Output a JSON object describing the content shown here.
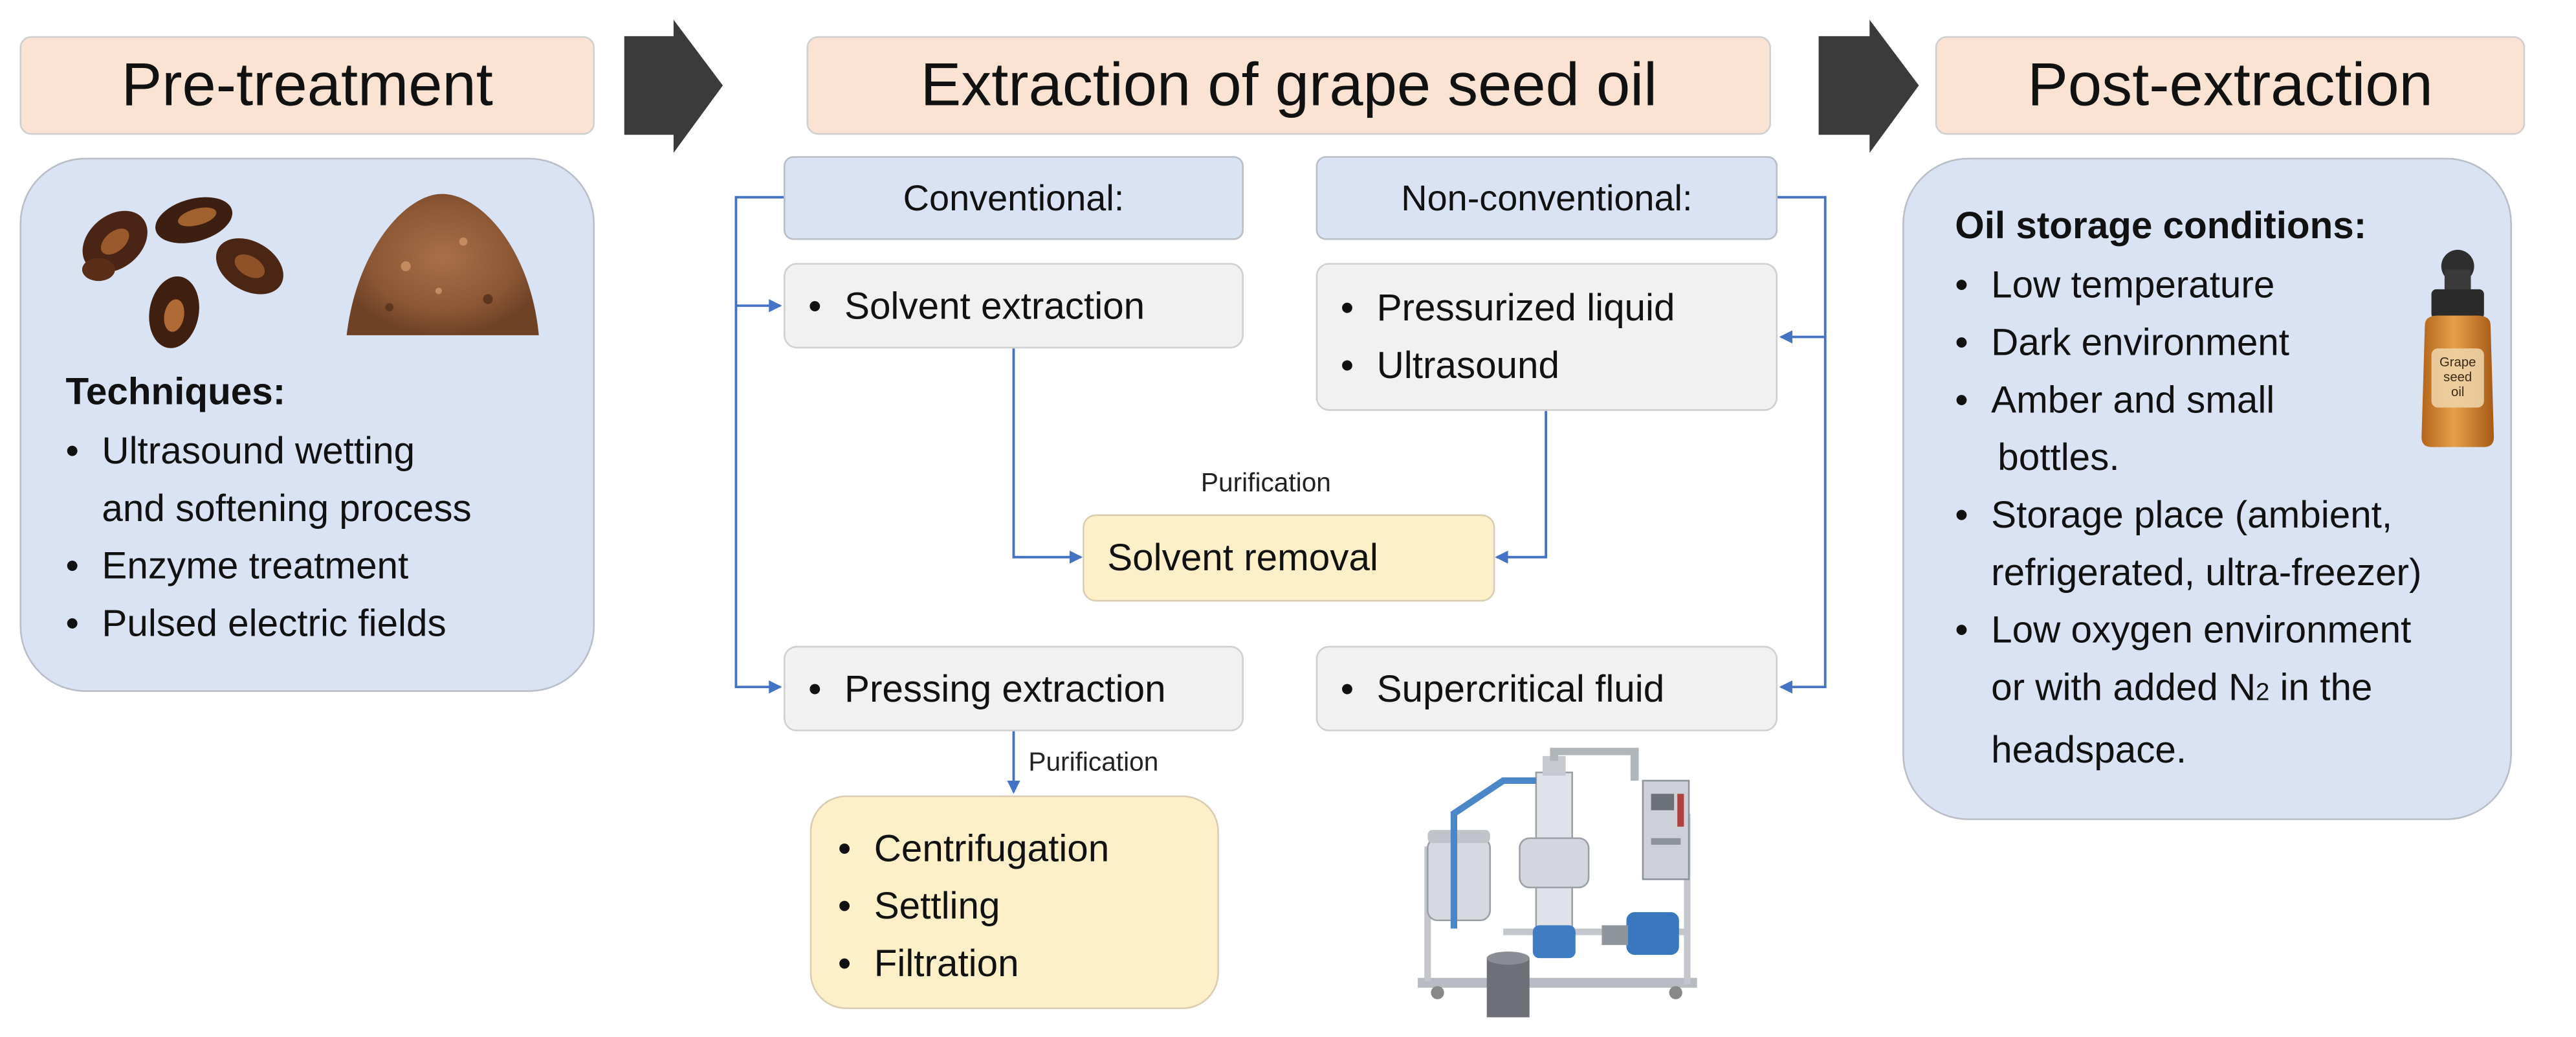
{
  "headers": {
    "pretreatment": "Pre-treatment",
    "extraction": "Extraction of grape seed oil",
    "post": "Post-extraction"
  },
  "pretreatment": {
    "techniques_title": "Techniques:",
    "items": [
      "Ultrasound wetting",
      "and softening process",
      "Enzyme treatment",
      "Pulsed electric fields"
    ]
  },
  "extraction": {
    "conventional_label": "Conventional:",
    "nonconventional_label": "Non-conventional:",
    "solvent_extraction": "Solvent extraction",
    "pressurized_liquid": "Pressurized liquid",
    "ultrasound": "Ultrasound",
    "purification_1": "Purification",
    "solvent_removal": "Solvent removal",
    "pressing_extraction": "Pressing extraction",
    "supercritical_fluid": "Supercritical fluid",
    "purification_2": "Purification",
    "centrifugation": "Centrifugation",
    "settling": "Settling",
    "filtration": "Filtration"
  },
  "post": {
    "title": "Oil storage conditions:",
    "items": [
      "Low temperature",
      "Dark environment",
      "Amber and small",
      "bottles.",
      "Storage place (ambient,",
      "refrigerated, ultra-freezer)",
      "Low oxygen environment",
      "or with added N",
      "2",
      " in the",
      "headspace."
    ],
    "bottle_label": [
      "Grape",
      "seed",
      "oil"
    ]
  },
  "colors": {
    "header_fill": "#fbe3d4",
    "panel_blue": "#d9e3f3",
    "box_gray": "#f1f1f1",
    "box_yellow": "#fdf0c9",
    "arrow_dark": "#3b3b3b",
    "connector_blue": "#4472c4"
  },
  "icons": [
    "grape-seeds-icon",
    "seed-powder-icon",
    "oil-bottle-icon",
    "extraction-machine-icon",
    "process-arrow-icon"
  ]
}
